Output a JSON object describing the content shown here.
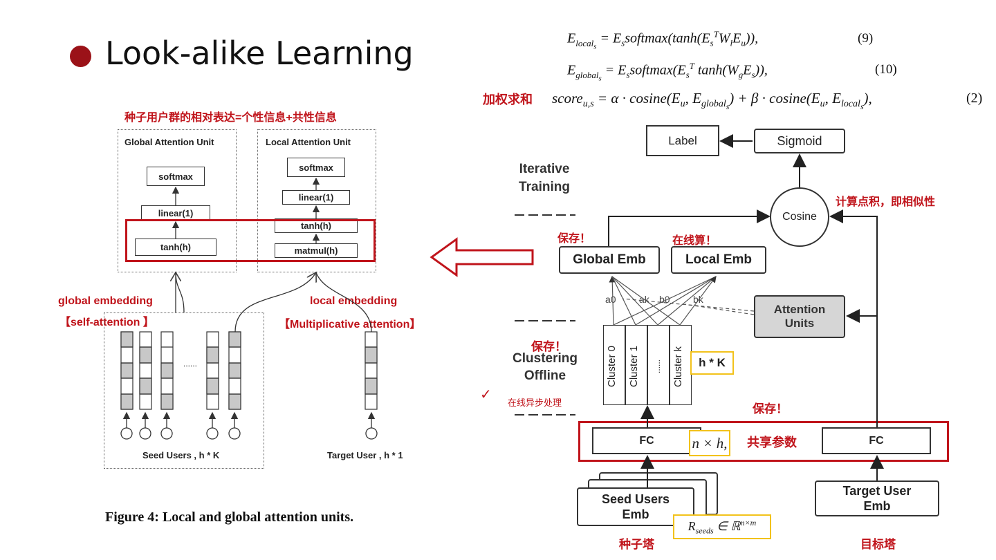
{
  "title": "Look-alike Learning",
  "colors": {
    "bullet": "#9b1218",
    "annotation_red": "#c0141b",
    "highlight_yellow": "#f2c21b",
    "attention_fill": "#d6d6d6"
  },
  "left_figure": {
    "heading_cn": "种子用户群的相对表达=个性信息+共性信息",
    "global_unit": {
      "title": "Global Attention Unit",
      "softmax": "softmax",
      "linear": "linear(1)",
      "tanh": "tanh(h)"
    },
    "local_unit": {
      "title": "Local Attention Unit",
      "softmax": "softmax",
      "linear": "linear(1)",
      "tanh": "tanh(h)",
      "matmul": "matmul(h)"
    },
    "global_label": "global embedding",
    "global_sub": "【self-attention 】",
    "local_label": "local embedding",
    "local_sub": "【Multiplicative attention】",
    "ellipsis": "......",
    "seed_caption": "Seed Users , h * K",
    "target_caption": "Target User , h * 1",
    "figure_caption": "Figure 4: Local and global attention units."
  },
  "equations": {
    "eq9": "E_local_s = E_s softmax(tanh(E_s^T W_l E_u)),",
    "eq9_num": "(9)",
    "eq10": "E_global_s = E_s softmax(E_s^T tanh(W_g E_s)),",
    "eq10_num": "(10)",
    "weighted_sum_cn": "加权求和",
    "eq2": "score_u,s = α · cosine(E_u, E_global_s) + β · cosine(E_u, E_local_s),",
    "eq2_num": "(2)"
  },
  "right_diagram": {
    "label": "Label",
    "sigmoid": "Sigmoid",
    "cosine": "Cosine",
    "cosine_note_cn": "计算点积，即相似性",
    "iterative_training": [
      "Iterative",
      "Training"
    ],
    "save1_cn": "保存！",
    "online_calc_cn": "在线算！",
    "global_emb": "Global Emb",
    "local_emb": "Local Emb",
    "weights": [
      "a0",
      "ak",
      "b0",
      "bk"
    ],
    "attention_units": [
      "Attention",
      "Units"
    ],
    "save2_cn": "保存！",
    "clustering_offline": [
      "Clustering",
      "Offline"
    ],
    "check_mark": "✓",
    "async_cn": "在线异步处理",
    "clusters": [
      "Cluster 0",
      "Cluster 1",
      "......",
      "Cluster k"
    ],
    "hk": "h * K",
    "save3_cn": "保存！",
    "fc_left": "FC",
    "nxh": "n × h,",
    "shared_params_cn": "共享参数",
    "fc_right": "FC",
    "seed_users_emb": [
      "Seed Users",
      "Emb"
    ],
    "target_user_emb": [
      "Target User",
      "Emb"
    ],
    "r_seeds": "R_seeds ∈ ℝ^{n×m}",
    "seed_tower_cn": "种子塔",
    "target_tower_cn": "目标塔"
  }
}
